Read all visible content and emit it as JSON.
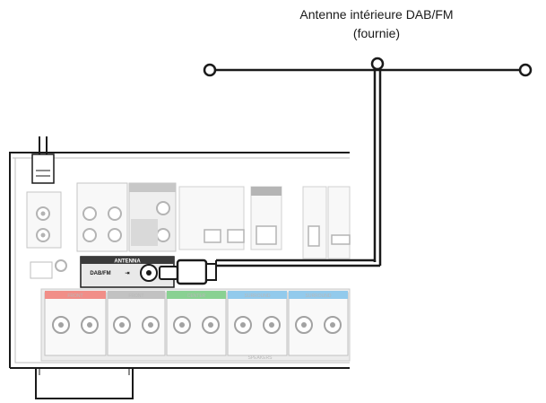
{
  "antenna": {
    "title": "Antenne intérieure DAB/FM",
    "subtitle": "(fournie)"
  },
  "panel": {
    "antenna_header": "ANTENNA",
    "antenna_port": "DAB/FM",
    "port_symbol": "⇥",
    "speaker_labels": [
      {
        "text": "FRONT",
        "color": "#e8443a"
      },
      {
        "text": "FRONT",
        "color": "#ffffff"
      },
      {
        "text": "CENTER",
        "color": "#3bb34a"
      },
      {
        "text": "SURROUND",
        "color": "#4aa7e0"
      },
      {
        "text": "SURROUND",
        "color": "#4aa7e0"
      }
    ],
    "speakers_footer": "SPEAKERS"
  }
}
